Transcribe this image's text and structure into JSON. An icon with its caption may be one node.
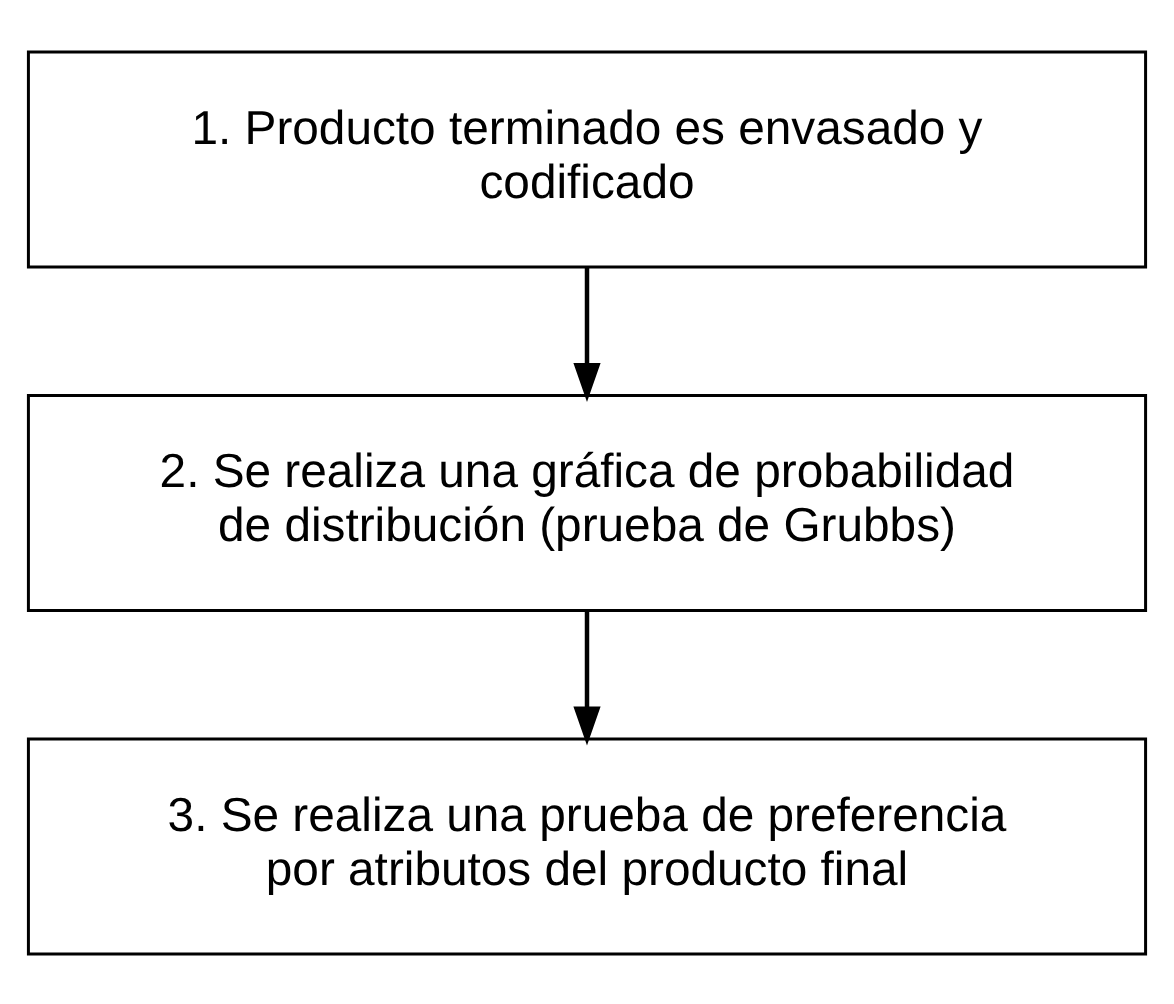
{
  "diagram": {
    "nodes": [
      {
        "text": [
          "1. Producto terminado es envasado y codificado"
        ]
      },
      {
        "text": [
          "2. Se realiza una gráfica de probabilidad de distribución (prueba de Grubbs)"
        ]
      },
      {
        "text": [
          "3. Se realiza una prueba de preferencia por atributos del producto final"
        ]
      }
    ],
    "edges": [
      {
        "from": 0,
        "to": 1,
        "arrow": "to"
      },
      {
        "from": 1,
        "to": 2,
        "arrow": "to"
      }
    ]
  }
}
